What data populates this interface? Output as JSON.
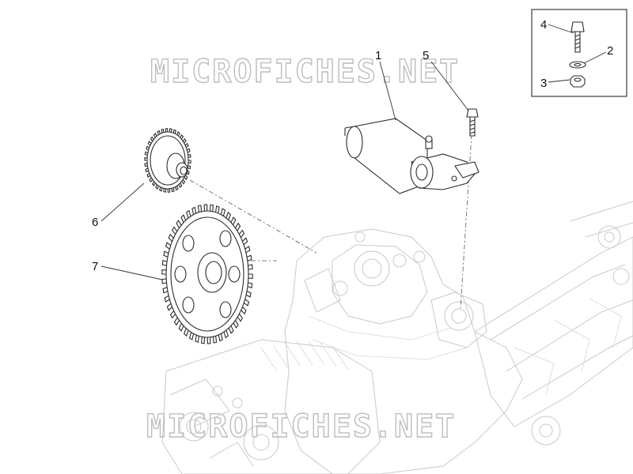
{
  "watermark": {
    "top": "MICROFICHES.NET",
    "bottom": "MICROFICHES.NET"
  },
  "callouts": [
    "1",
    "2",
    "3",
    "4",
    "5",
    "6",
    "7"
  ],
  "inset_labels": [
    "4",
    "2",
    "3"
  ]
}
